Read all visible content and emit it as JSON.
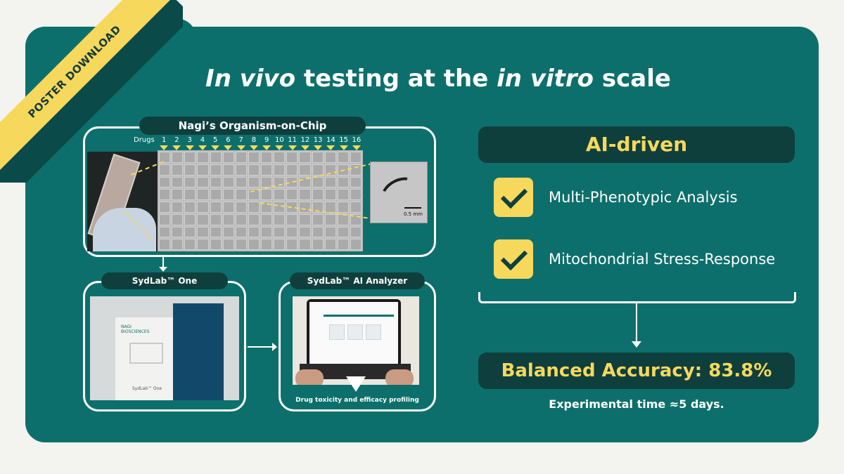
{
  "ribbon": {
    "label": "POSTER DOWNLOAD"
  },
  "title": {
    "part1": "In vivo",
    "part2": " testing at the ",
    "part3": "in vitro",
    "part4": " scale"
  },
  "chip": {
    "label": "Nagi’s Organism-on-Chip",
    "drugs_label": "Drugs",
    "drug_numbers": [
      "1",
      "2",
      "3",
      "4",
      "5",
      "6",
      "7",
      "8",
      "9",
      "10",
      "11",
      "12",
      "13",
      "14",
      "15",
      "16"
    ],
    "scale_label": "0.5 mm"
  },
  "sydlab_one": {
    "label": "SydLab™ One",
    "photo_brand": "NAGI BIOSCIENCES",
    "photo_name": "SydLab™ One"
  },
  "ai_analyzer": {
    "label": "SydLab™ AI Analyzer",
    "caption": "Drug toxicity and efficacy profiling"
  },
  "right": {
    "ai_driven": "AI-driven",
    "checks": [
      "Multi-Phenotypic Analysis",
      "Mitochondrial Stress-Response"
    ],
    "accuracy": "Balanced Accuracy: 83.8%",
    "experimental_time": "Experimental time ≈5 days."
  },
  "colors": {
    "background": "#f3f3f0",
    "card": "#0d6f6b",
    "dark": "#0f3f3d",
    "accent": "#f6d85c"
  }
}
